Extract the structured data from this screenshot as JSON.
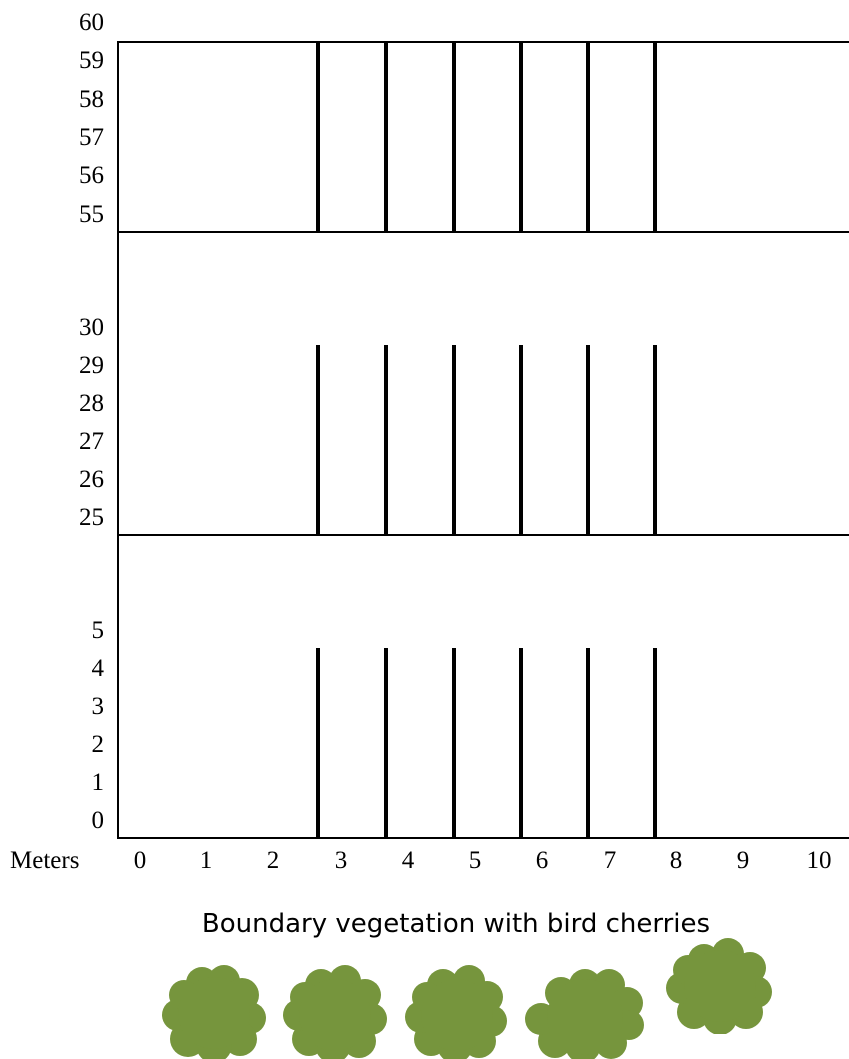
{
  "top_section_labels": [
    "60",
    "59",
    "58",
    "57",
    "56",
    "55"
  ],
  "middle_section_labels": [
    "30",
    "29",
    "28",
    "27",
    "26",
    "25"
  ],
  "bottom_section_labels": [
    "5",
    "4",
    "3",
    "2",
    "1",
    "0"
  ],
  "x_axis": {
    "title": "Meters",
    "ticks": [
      "0",
      "1",
      "2",
      "3",
      "4",
      "5",
      "6",
      "7",
      "8",
      "9",
      "10"
    ]
  },
  "caption": "Boundary vegetation with bird cherries",
  "colors": {
    "line": "#000000",
    "bush": "#76953d"
  }
}
